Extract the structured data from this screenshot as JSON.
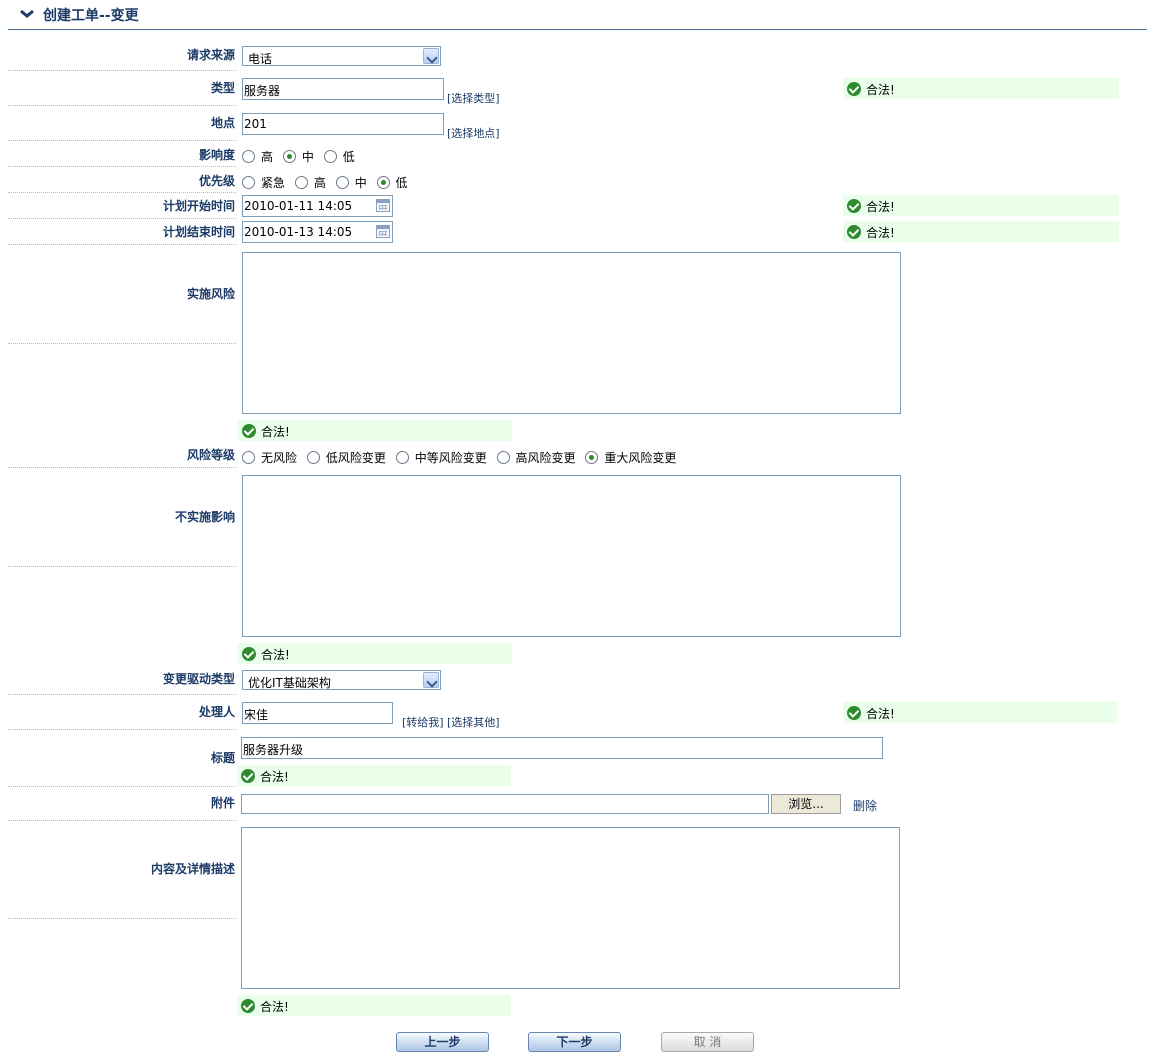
{
  "header": {
    "title": "创建工单--变更"
  },
  "form": {
    "source": {
      "label": "请求来源",
      "value": "电话"
    },
    "type": {
      "label": "类型",
      "value": "服务器",
      "link": "[选择类型]"
    },
    "location": {
      "label": "地点",
      "value": "201",
      "link": "[选择地点]"
    },
    "impact": {
      "label": "影响度",
      "options": [
        "高",
        "中",
        "低"
      ],
      "selected": "中"
    },
    "priority": {
      "label": "优先级",
      "options": [
        "紧急",
        "高",
        "中",
        "低"
      ],
      "selected": "低"
    },
    "plan_start": {
      "label": "计划开始时间",
      "value": "2010-01-11 14:05"
    },
    "plan_end": {
      "label": "计划结束时间",
      "value": "2010-01-13 14:05"
    },
    "risk": {
      "label": "实施风险",
      "value": ""
    },
    "risk_level": {
      "label": "风险等级",
      "options": [
        "无风险",
        "低风险变更",
        "中等风险变更",
        "高风险变更",
        "重大风险变更"
      ],
      "selected": "重大风险变更"
    },
    "no_impl_impact": {
      "label": "不实施影响",
      "value": ""
    },
    "driver_type": {
      "label": "变更驱动类型",
      "value": "优化IT基础架构"
    },
    "handler": {
      "label": "处理人",
      "value": "宋佳",
      "link_assign_me": "[转给我]",
      "link_select_other": "[选择其他]"
    },
    "subject": {
      "label": "标题",
      "value": "服务器升级"
    },
    "attachment": {
      "label": "附件",
      "value": "",
      "browse": "浏览...",
      "delete": "删除"
    },
    "description": {
      "label": "内容及详情描述",
      "value": ""
    }
  },
  "validation": {
    "ok_text": "合法!"
  },
  "buttons": {
    "prev": "上一步",
    "next": "下一步",
    "cancel": "取 消"
  },
  "colors": {
    "label": "#1c3b67",
    "ok_bg": "#eaffea",
    "ok_icon": "#2e8b2e",
    "border": "#7f9db9"
  }
}
